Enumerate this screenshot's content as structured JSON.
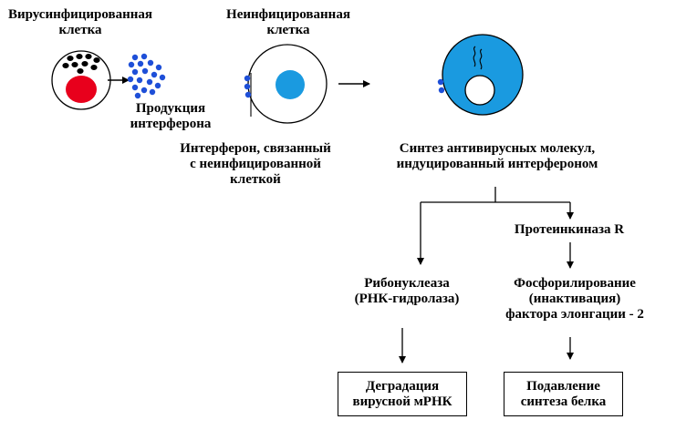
{
  "labels": {
    "infected_cell": [
      "Вирусинфицированная",
      "клетка"
    ],
    "uninfected_cell": [
      "Неинфицированная",
      "клетка"
    ],
    "interferon_production": [
      "Продукция",
      "интерферона"
    ],
    "bound_interferon": [
      "Интерферон, связанный",
      "с неинфицированной",
      "клеткой"
    ],
    "antiviral_synthesis": [
      "Синтез антивирусных молекул,",
      "индуцированный интерфероном"
    ],
    "protein_kinase": "Протеинкиназа R",
    "ribonuclease": [
      "Рибонуклеаза",
      "(РНК-гидролаза)"
    ],
    "phosphorylation": [
      "Фосфорилирование",
      "(инактивация)",
      "фактора элонгации - 2"
    ],
    "degradation_box": [
      "Деградация",
      "вирусной мРНК"
    ],
    "suppression_box": [
      "Подавление",
      "синтеза белка"
    ]
  },
  "colors": {
    "interferon_dot": "#1e4fd8",
    "nucleus_infected": "#e8001c",
    "nucleus_uninfected": "#1a9ae0",
    "cell_activated": "#1a9ae0",
    "virus_particle": "#000000",
    "line": "#000000"
  }
}
